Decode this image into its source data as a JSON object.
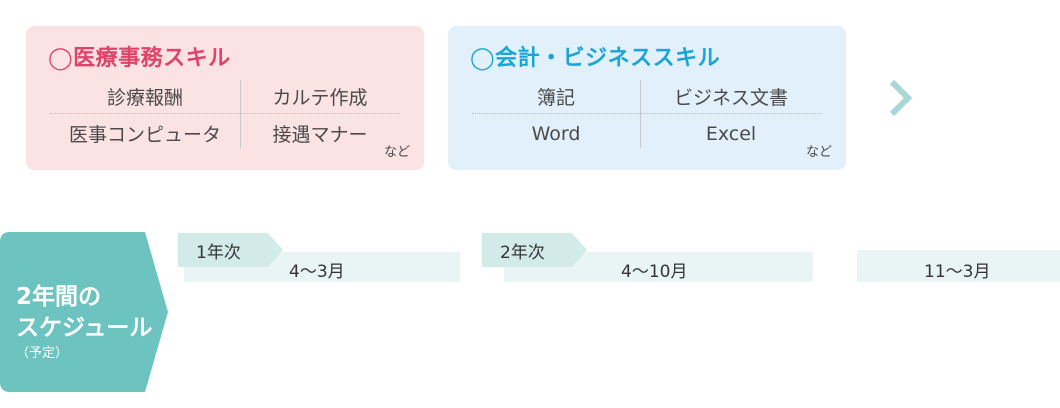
{
  "medical": {
    "title": "◯医療事務スキル",
    "items": [
      "診療報酬",
      "カルテ作成",
      "医事コンピュータ",
      "接遇マナー"
    ],
    "etc": "など"
  },
  "business": {
    "title": "◯会計・ビジネススキル",
    "items": [
      "簿記",
      "ビジネス文書",
      "Word",
      "Excel"
    ],
    "etc": "など"
  },
  "schedule": {
    "line1": "2年間の",
    "line2": "スケジュール",
    "note": "（予定）"
  },
  "timeline": {
    "year1": {
      "label": "1年次",
      "period": "4〜3月"
    },
    "year2": {
      "label": "2年次",
      "period": "4〜10月"
    },
    "year3": {
      "period": "11〜3月"
    }
  },
  "colors": {
    "medical_bg": "#fbe3e4",
    "medical_accent": "#e0436a",
    "business_bg": "#e1f0fa",
    "business_accent": "#1aa5d6",
    "teal": "#6cc3bf",
    "bar_bg": "#e9f5f4",
    "year_tag_bg": "#d2ebe9"
  },
  "icons": {
    "next": "chevron-right-icon"
  }
}
